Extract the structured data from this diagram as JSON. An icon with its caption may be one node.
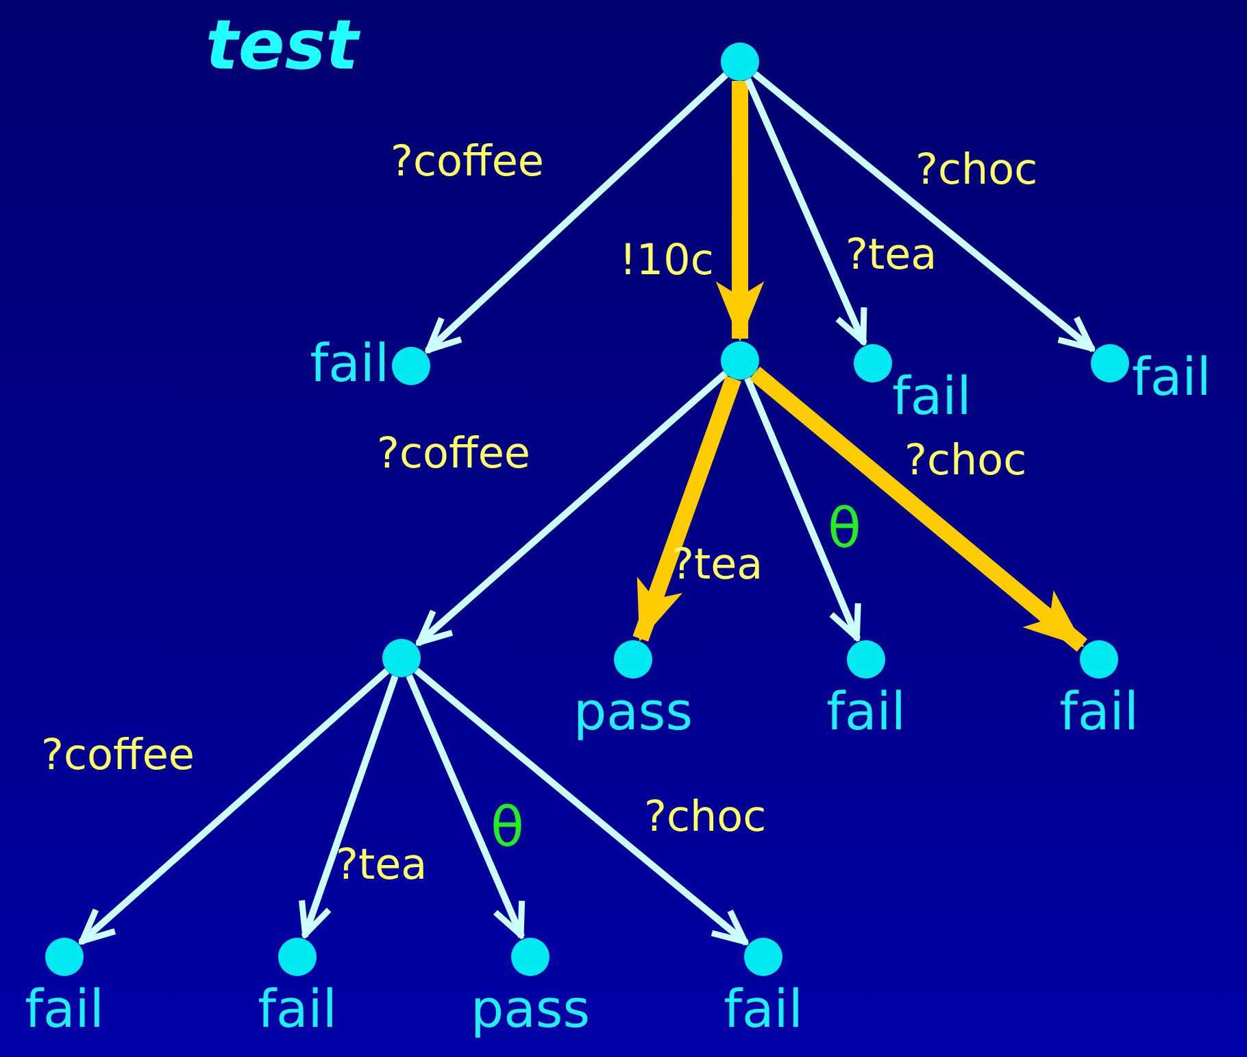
{
  "diagram": {
    "title": "test",
    "nodes": [
      {
        "text": [],
        "shape": "circle"
      },
      {
        "text": [],
        "shape": "circle",
        "beside": [
          "fail"
        ]
      },
      {
        "text": [],
        "shape": "circle"
      },
      {
        "text": [],
        "shape": "circle",
        "beside": [
          "fail"
        ]
      },
      {
        "text": [],
        "shape": "circle",
        "beside": [
          "fail"
        ]
      },
      {
        "text": [],
        "shape": "circle"
      },
      {
        "text": [],
        "shape": "circle",
        "beside": [
          "pass"
        ]
      },
      {
        "text": [],
        "shape": "circle",
        "beside": [
          "fail"
        ]
      },
      {
        "text": [],
        "shape": "circle",
        "beside": [
          "fail"
        ]
      },
      {
        "text": [],
        "shape": "circle",
        "beside": [
          "fail"
        ]
      },
      {
        "text": [],
        "shape": "circle",
        "beside": [
          "fail"
        ]
      },
      {
        "text": [],
        "shape": "circle",
        "beside": [
          "pass"
        ]
      },
      {
        "text": [],
        "shape": "circle",
        "beside": [
          "fail"
        ]
      }
    ],
    "edges": [
      {
        "from": 0,
        "to": 1,
        "arrow": "to",
        "label": "?coffee"
      },
      {
        "from": 0,
        "to": 2,
        "arrow": "to",
        "label": "!10c",
        "style": "thick",
        "color": "#ffcc00"
      },
      {
        "from": 0,
        "to": 3,
        "arrow": "to",
        "label": "?tea"
      },
      {
        "from": 0,
        "to": 4,
        "arrow": "to",
        "label": "?choc"
      },
      {
        "from": 2,
        "to": 5,
        "arrow": "to",
        "label": "?coffee"
      },
      {
        "from": 2,
        "to": 6,
        "arrow": "to",
        "label": "?tea",
        "style": "thick",
        "color": "#ffcc00"
      },
      {
        "from": 2,
        "to": 7,
        "arrow": "to",
        "label": "θ"
      },
      {
        "from": 2,
        "to": 8,
        "arrow": "to",
        "label": "?choc",
        "style": "thick",
        "color": "#ffcc00"
      },
      {
        "from": 5,
        "to": 9,
        "arrow": "to",
        "label": "?coffee"
      },
      {
        "from": 5,
        "to": 10,
        "arrow": "to",
        "label": "?tea"
      },
      {
        "from": 5,
        "to": 11,
        "arrow": "to",
        "label": "θ"
      },
      {
        "from": 5,
        "to": 12,
        "arrow": "to",
        "label": "?choc"
      }
    ]
  }
}
